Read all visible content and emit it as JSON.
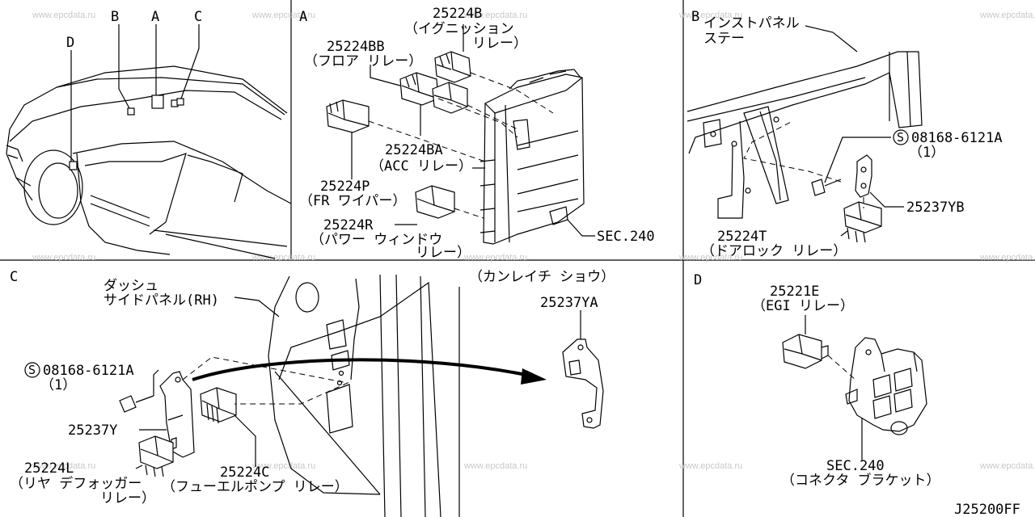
{
  "watermark": "www.epcdata.ru",
  "footer_code": "J25200FF",
  "panel_overview": {
    "labels": {
      "b": "B",
      "a": "A",
      "c": "C",
      "d": "D"
    }
  },
  "panel_a": {
    "title": "A",
    "parts": {
      "p25224b": {
        "number": "25224B",
        "desc1": "（イグニッション",
        "desc2": "リレー）"
      },
      "p25224bb": {
        "number": "25224BB",
        "desc": "（フロア リレー）"
      },
      "p25224ba": {
        "number": "25224BA",
        "desc": "（ACC リレー）"
      },
      "p25224p": {
        "number": "25224P",
        "desc": "（FR ワイパー）"
      },
      "p25224r": {
        "number": "25224R",
        "desc1": "（パワー ウィンドウ",
        "desc2": "リレー）"
      },
      "sec240": {
        "number": "SEC.240"
      }
    }
  },
  "panel_b": {
    "title": "B",
    "stay_line1": "インストパネル",
    "stay_line2": "ステー",
    "bolt": {
      "prefix": "S",
      "number": "08168-6121A",
      "qty": "（1）"
    },
    "p25237yb": {
      "number": "25237YB"
    },
    "p25224t": {
      "number": "25224T",
      "desc": "（ドアロック リレー）"
    }
  },
  "panel_c": {
    "title": "C",
    "dash_line1": "ダッシュ",
    "dash_line2": "サイドパネル(RH)",
    "cold_spec": "（カンレイチ ショウ）",
    "p25237ya": {
      "number": "25237YA"
    },
    "bolt": {
      "prefix": "S",
      "number": "08168-6121A",
      "qty": "（1）"
    },
    "p25237y": {
      "number": "25237Y"
    },
    "p25224l": {
      "number": "25224L",
      "desc1": "（リヤ デフォッガー",
      "desc2": "リレー）"
    },
    "p25224c": {
      "number": "25224C",
      "desc": "（フューエルポンプ リレー）"
    }
  },
  "panel_d": {
    "title": "D",
    "p25221e": {
      "number": "25221E",
      "desc": "（EGI リレー）"
    },
    "sec240": {
      "number": "SEC.240",
      "desc": "（コネクタ ブラケット）"
    }
  }
}
